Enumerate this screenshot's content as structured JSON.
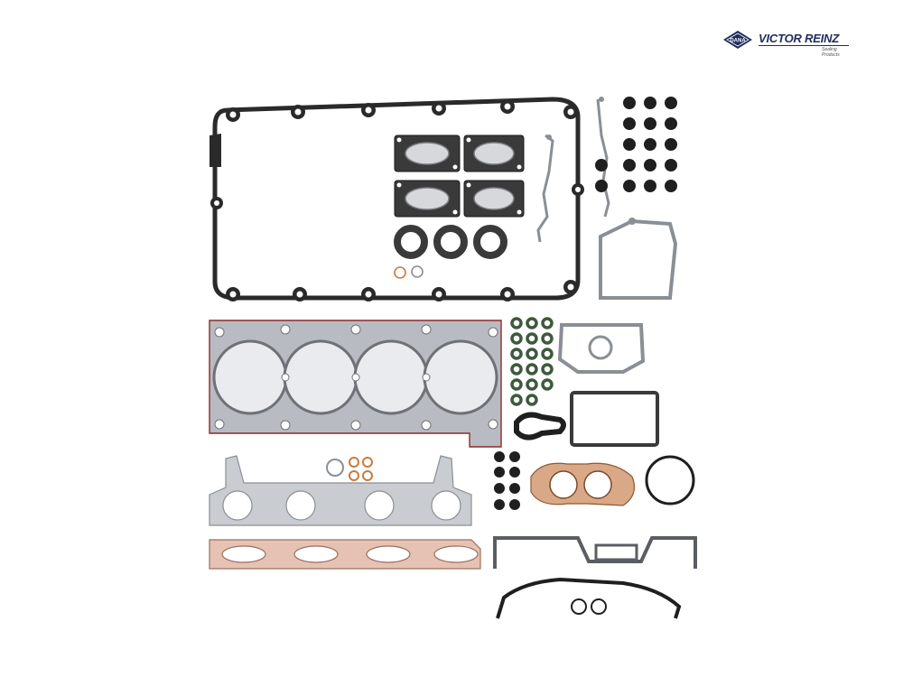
{
  "logo": {
    "badge_text": "DANA",
    "brand": "VICTOR REINZ",
    "tagline": "Sealing Products",
    "brand_color": "#1f2c5c"
  },
  "colors": {
    "gasket_dark": "#2a2a2a",
    "gasket_grey": "#8a8f96",
    "head_metal": "#b8bcc2",
    "fiber_grey": "#c9cdd1",
    "fiber_pink": "#e6c2b4",
    "fiber_copper": "#d9a886",
    "seal_green": "#3d5a3c",
    "copper_ring": "#c87a3e"
  }
}
